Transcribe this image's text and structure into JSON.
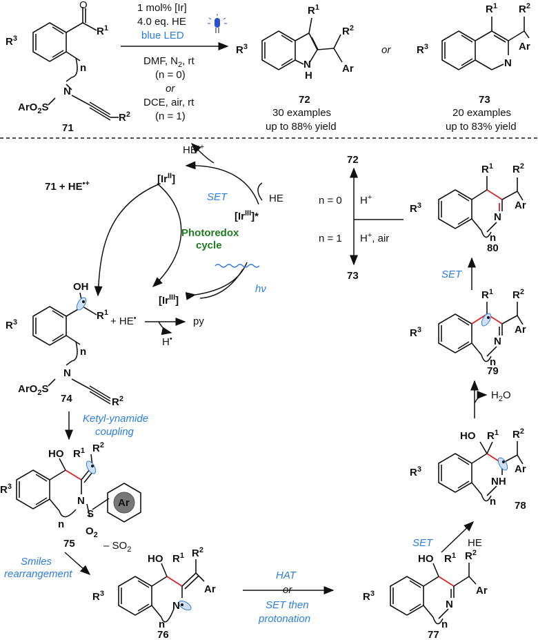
{
  "top": {
    "cond1": "1 mol% [Ir]",
    "cond2": "4.0 eq. HE",
    "cond3": "blue LED",
    "cond4": "DMF, N",
    "cond4b": ", rt",
    "cond5": "(n = 0)",
    "cond6": "or",
    "cond7": "DCE, air, rt",
    "cond8": "(n = 1)",
    "or_between": "or",
    "c71": "71",
    "c72": "72",
    "c72_ex": "30 examples",
    "c72_yield": "up to 88% yield",
    "c73": "73",
    "c73_ex": "20 examples",
    "c73_yield": "up to 83% yield"
  },
  "cycle": {
    "title1": "Photoredox",
    "title2": "cycle",
    "ir2": "[Ir",
    "ir3": "[Ir",
    "ir3star": "[Ir",
    "he_rad": "HE",
    "he": "HE",
    "set": "SET",
    "hv": "hν",
    "start": "71  +  HE"
  },
  "branch": {
    "c72": "72",
    "c73": "73",
    "n0": "n = 0",
    "n1": "n = 1",
    "h_plus": "H",
    "h_plus_air": "H",
    "air": ", air"
  },
  "steps": {
    "he_dot": "+ HE",
    "py": "py",
    "h_dot": "H",
    "ketyl1": "Ketyl-ynamide",
    "ketyl2": "coupling",
    "smiles1": "Smiles",
    "smiles2": "rearrangement",
    "so2": "– SO",
    "hat": "HAT",
    "or": "or",
    "set_then": "SET then",
    "protonation": "protonation",
    "set1": "SET",
    "set2": "SET",
    "he2": "HE",
    "h2o": "H",
    "c74": "74",
    "c75": "75",
    "c76": "76",
    "c77": "77",
    "c78": "78",
    "c79": "79",
    "c80": "80",
    "ar": "Ar"
  },
  "labels": {
    "r1": "R",
    "r2": "R",
    "r3": "R",
    "n": "n",
    "N": "N",
    "NH": "NH",
    "H": "H",
    "OH": "OH",
    "HO": "HO",
    "ArO2S": "ArO",
    "O": "O",
    "S": "S"
  }
}
